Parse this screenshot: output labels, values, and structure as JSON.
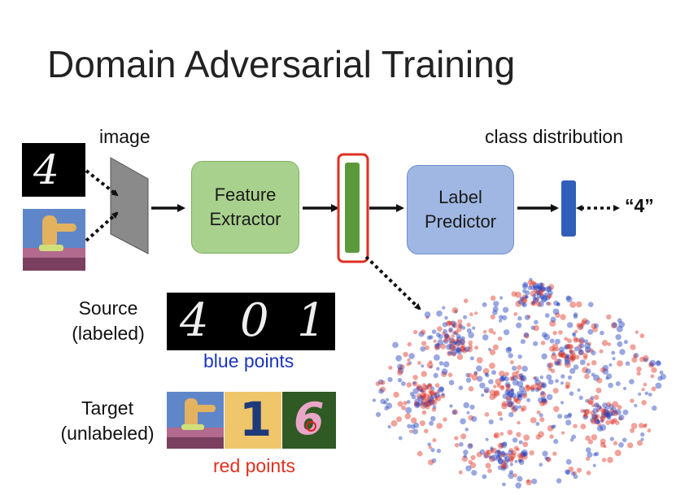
{
  "title": "Domain Adversarial Training",
  "labels": {
    "image": "image",
    "class_distribution": "class distribution",
    "output": "“4”",
    "source_line1": "Source",
    "source_line2": "(labeled)",
    "blue_points": "blue points",
    "target_line1": "Target",
    "target_line2": "(unlabeled)",
    "red_points": "red points"
  },
  "boxes": {
    "feature_extractor_line1": "Feature",
    "feature_extractor_line2": "Extractor",
    "label_predictor_line1": "Label",
    "label_predictor_line2": "Predictor"
  },
  "colors": {
    "feature_box": "#a9d18e",
    "predictor_box": "#9fb7e2",
    "feature_bar": "#5b9a3b",
    "class_bar": "#2f5fb8",
    "highlight": "#e03020",
    "blue_points": "#1f3fbf",
    "red_points": "#e0301e"
  },
  "source_digits": [
    "4",
    "0",
    "1"
  ],
  "target_digits": [
    "1",
    "6"
  ],
  "icons": [
    "mnist-digit-4",
    "svhn-house-image",
    "projection-plane",
    "feature-vector",
    "class-vector"
  ]
}
